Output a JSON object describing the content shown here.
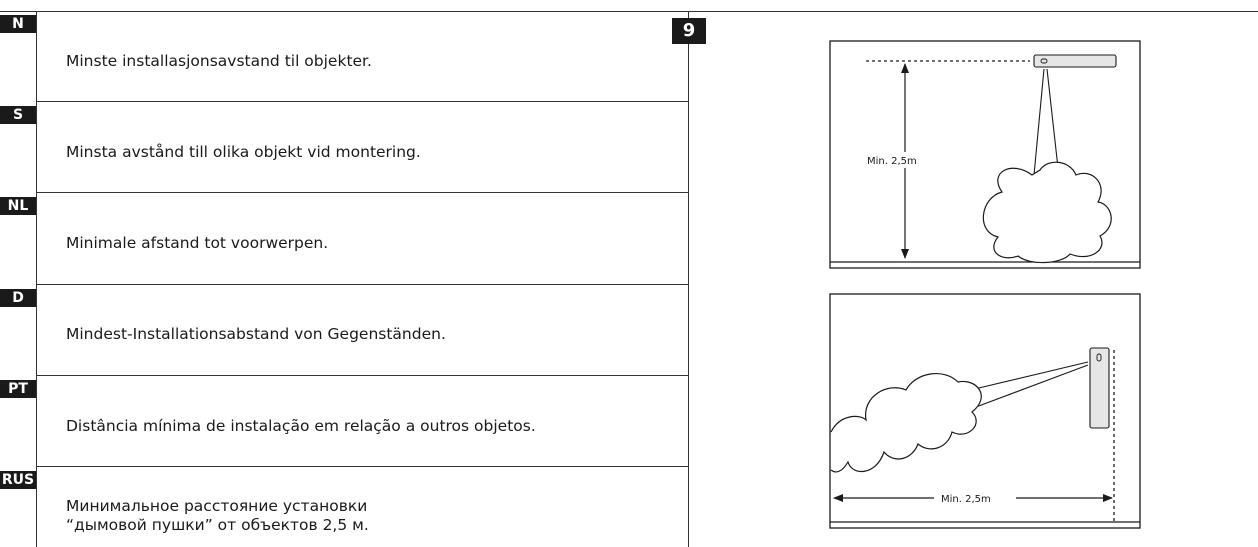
{
  "figure_number": "9",
  "sections": [
    {
      "code": "N",
      "text": "Minste installasjonsavstand til objekter."
    },
    {
      "code": "S",
      "text": "Minsta avstånd till olika objekt vid montering."
    },
    {
      "code": "NL",
      "text": "Minimale afstand tot voorwerpen."
    },
    {
      "code": "D",
      "text": "Mindest-Installationsabstand von Gegenständen."
    },
    {
      "code": "PT",
      "text": "Distância mínima de instalação em relação a outros objetos."
    },
    {
      "code": "RUS",
      "text_line1": "Минимальное расстояние установки",
      "text_line2": "“дымовой пушки” от объектов 2,5 м."
    }
  ],
  "diagrams": {
    "top_label": "Min. 2,5m",
    "bottom_label": "Min. 2,5m"
  }
}
